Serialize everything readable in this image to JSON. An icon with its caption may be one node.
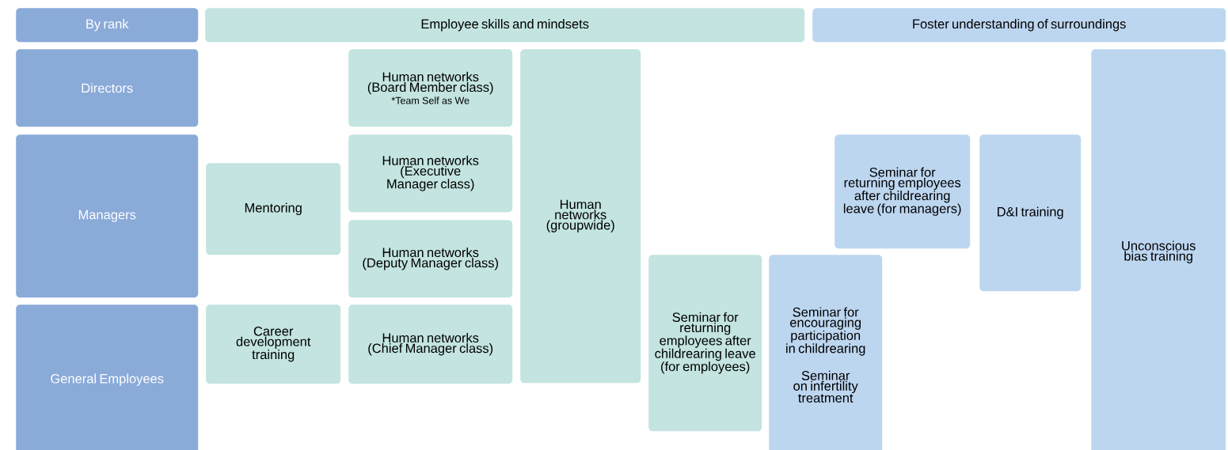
{
  "diagram": {
    "nodes": [
      {
        "text": [
          "By rank"
        ]
      },
      {
        "text": [
          "Employee skills and mindsets"
        ]
      },
      {
        "text": [
          "Foster understanding of surroundings"
        ]
      },
      {
        "text": [
          "Directors"
        ]
      },
      {
        "text": [
          "Managers"
        ]
      },
      {
        "text": [
          "General Employees"
        ]
      },
      {
        "text": [
          "Mentoring"
        ]
      },
      {
        "text": [
          "Career development training"
        ]
      },
      {
        "text": [
          "Human networks (Board Member class)",
          "*Team Self as We"
        ]
      },
      {
        "text": [
          "Human networks (Executive Manager class)"
        ]
      },
      {
        "text": [
          "Human networks (Deputy Manager class)"
        ]
      },
      {
        "text": [
          "Human networks (Chief Manager class)"
        ]
      },
      {
        "text": [
          "Human networks (groupwide)"
        ]
      },
      {
        "text": [
          "Seminar for returning employees after childrearing leave (for employees)"
        ]
      },
      {
        "text": [
          "Seminar for encouraging participation in childrearing",
          "Seminar on infertility treatment"
        ]
      },
      {
        "text": [
          "Seminar for returning employees after childrearing leave (for managers)"
        ]
      },
      {
        "text": [
          "D&I training"
        ]
      },
      {
        "text": [
          "Unconscious bias training"
        ]
      }
    ]
  }
}
